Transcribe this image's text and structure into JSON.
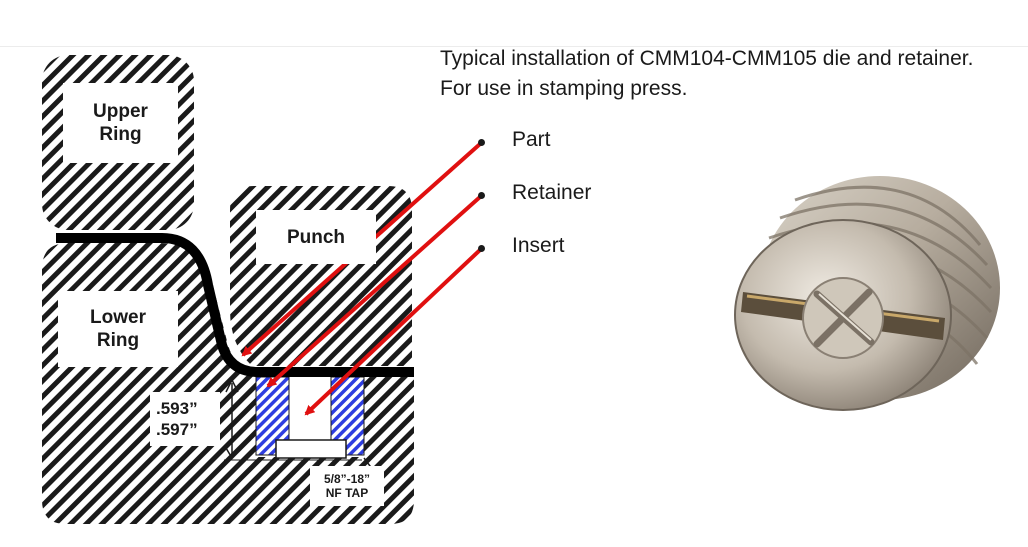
{
  "caption": "Typical installation of CMM104-CMM105 die and retainer. For use in stamping press.",
  "bullets": [
    {
      "label": "Part"
    },
    {
      "label": "Retainer"
    },
    {
      "label": "Insert"
    }
  ],
  "regions": {
    "upper_ring": {
      "line1": "Upper",
      "line2": "Ring"
    },
    "lower_ring": {
      "line1": "Lower",
      "line2": "Ring"
    },
    "punch": {
      "line1": "Punch"
    }
  },
  "dimension": {
    "line1": ".593”",
    "line2": ".597”"
  },
  "tap": {
    "line1": "5/8”-18”",
    "line2": "NF TAP"
  },
  "colors": {
    "hatch": "#1a1a1a",
    "retainer_hatch": "#2e3de0",
    "arrow": "#e01010",
    "part": "#000000"
  },
  "photo": {
    "icon": "threaded-retainer-photo"
  }
}
